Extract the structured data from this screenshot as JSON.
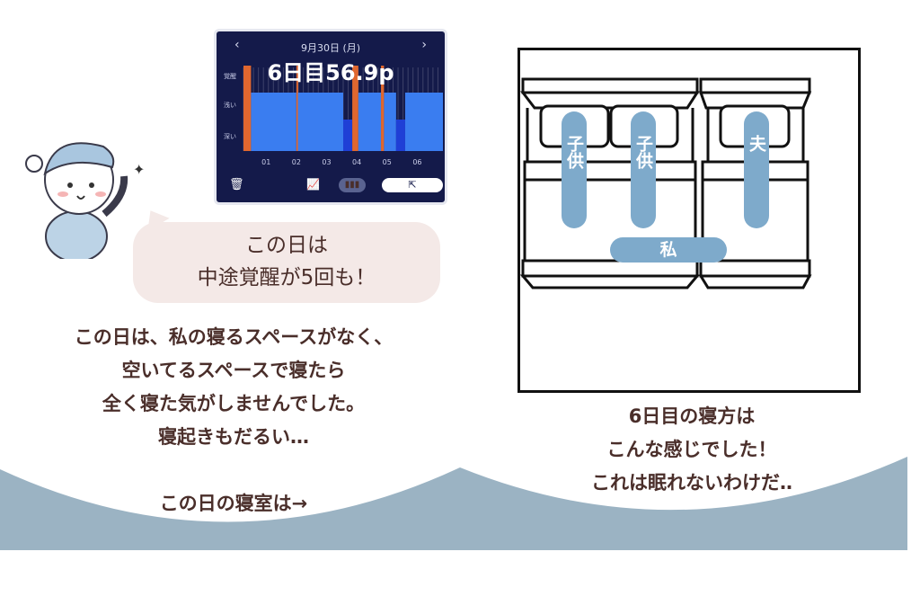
{
  "app": {
    "date": "9月30日 (月)",
    "score": "6日目56.9p",
    "prev_icon": "chevron-left-icon",
    "next_icon": "chevron-right-icon",
    "stage_labels": [
      "覚醒",
      "浅い",
      "深い"
    ],
    "toolbar": {
      "trash_icon": "trash-icon",
      "trend_icon": "line-chart-icon",
      "bar_icon": "bar-chart-icon",
      "share_icon": "share-icon"
    }
  },
  "chart_data": {
    "type": "bar",
    "title": "睡眠ステージ",
    "x_ticks": [
      "01",
      "02",
      "03",
      "04",
      "05",
      "06"
    ],
    "xlim": [
      0.25,
      6.85
    ],
    "y_categories": [
      "深い",
      "浅い",
      "覚醒"
    ],
    "segments": [
      {
        "stage": "覚醒",
        "start": 0.25,
        "end": 0.5
      },
      {
        "stage": "浅い",
        "start": 0.5,
        "end": 2.0
      },
      {
        "stage": "覚醒",
        "start": 2.0,
        "end": 2.05
      },
      {
        "stage": "浅い",
        "start": 2.05,
        "end": 3.55
      },
      {
        "stage": "深い",
        "start": 3.55,
        "end": 3.85
      },
      {
        "stage": "覚醒",
        "start": 3.85,
        "end": 4.05
      },
      {
        "stage": "浅い",
        "start": 4.05,
        "end": 4.8
      },
      {
        "stage": "覚醒",
        "start": 4.8,
        "end": 4.9
      },
      {
        "stage": "浅い",
        "start": 4.9,
        "end": 5.3
      },
      {
        "stage": "深い",
        "start": 5.3,
        "end": 5.6
      },
      {
        "stage": "浅い",
        "start": 5.6,
        "end": 6.85
      }
    ],
    "colors": {
      "覚醒": "#e0672f",
      "浅い": "#3a7df0",
      "深い": "#1f3fd6"
    }
  },
  "bubble": {
    "line1": "この日は",
    "line2": "中途覚醒が5回も！"
  },
  "left_text": [
    "この日は、私の寝るスペースがなく、",
    "空いてるスペースで寝たら",
    "全く寝た気がしませんでした。",
    "寝起きもだるい…",
    "",
    "この日の寝室は→"
  ],
  "room": {
    "child1": "子供",
    "child2": "子供",
    "husband": "夫",
    "me": "私"
  },
  "right_text": [
    "6日目の寝方は",
    "こんな感じでした！",
    "これは眠れないわけだ‥"
  ],
  "colors": {
    "wave": "#9bb3c3",
    "pill": "#7eaacb",
    "text": "#4a2e2a"
  }
}
